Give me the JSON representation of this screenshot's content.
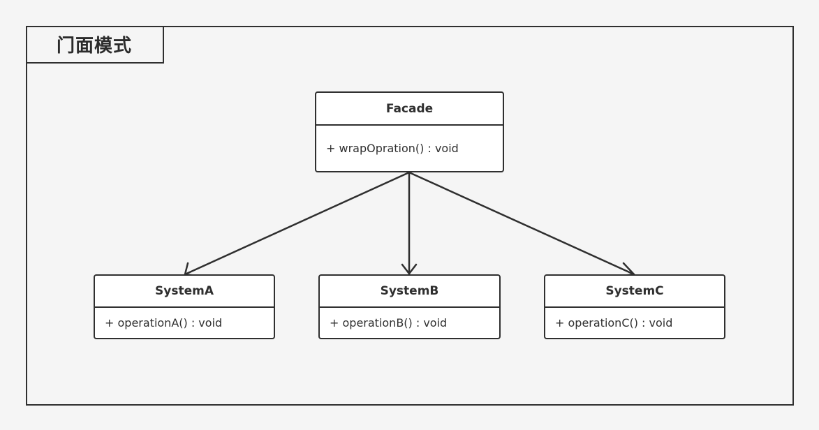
{
  "diagram": {
    "title": "门面模式",
    "facade": {
      "name": "Facade",
      "operation": "+ wrapOpration() : void"
    },
    "systems": [
      {
        "name": "SystemA",
        "operation": "+ operationA() : void"
      },
      {
        "name": "SystemB",
        "operation": "+ operationB() : void"
      },
      {
        "name": "SystemC",
        "operation": "+ operationC() : void"
      }
    ],
    "colors": {
      "line": "#2f2f2f",
      "background": "#f5f5f5",
      "box_fill": "#ffffff"
    }
  }
}
